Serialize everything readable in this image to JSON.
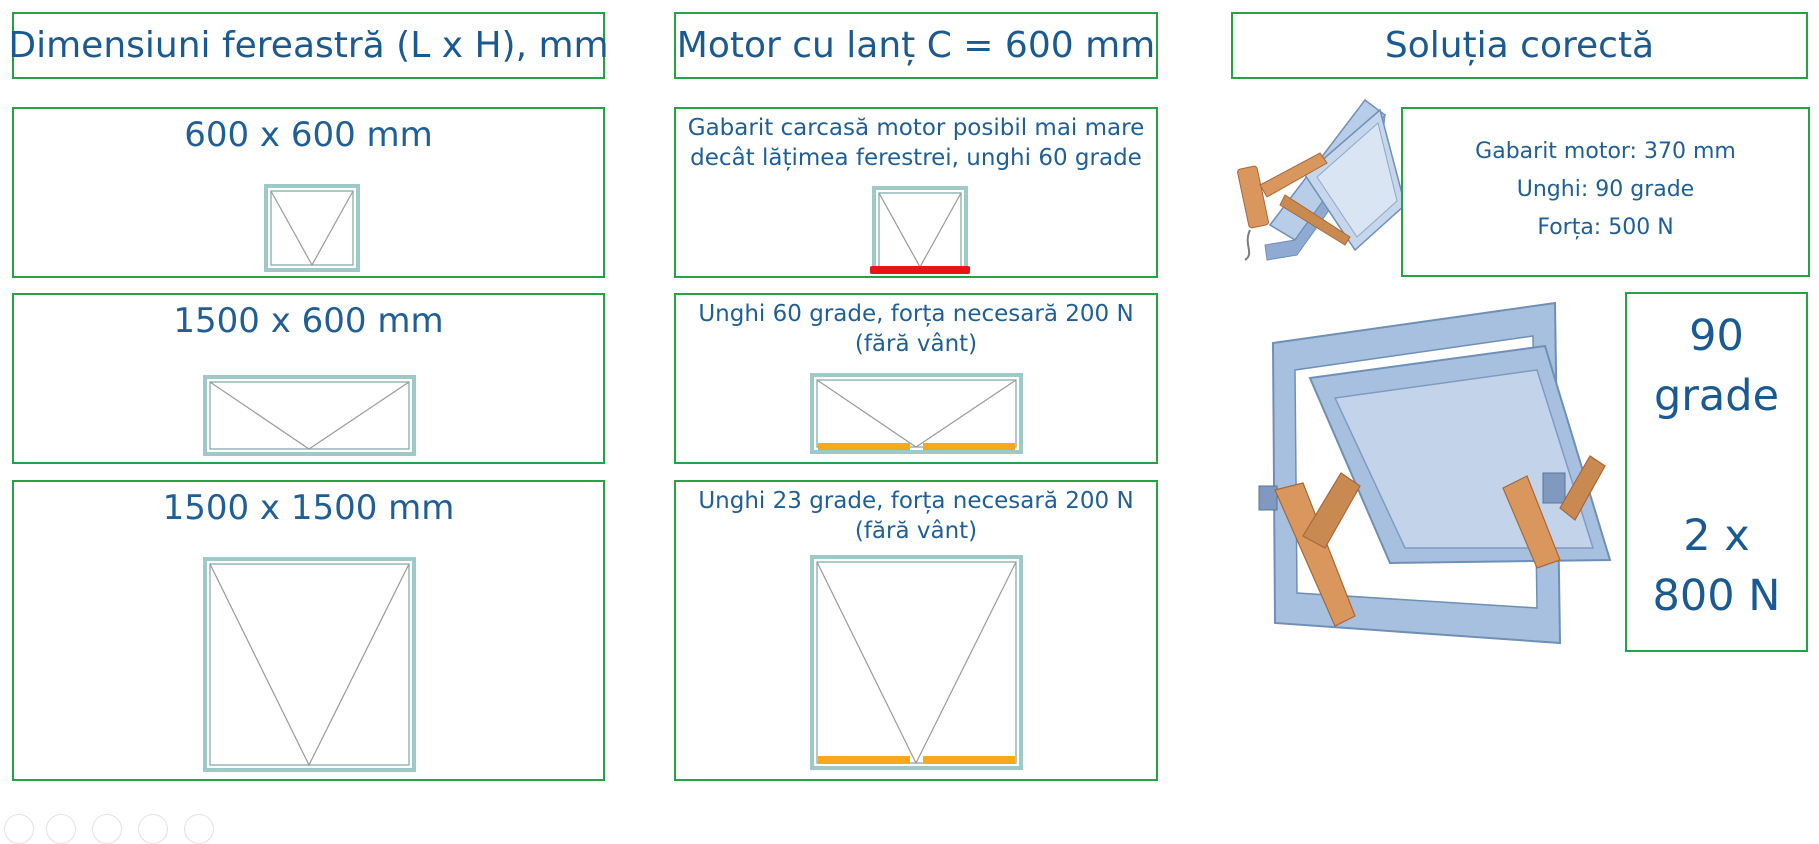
{
  "columns": {
    "dimensions": {
      "title": "Dimensiuni fereastră (L x H), mm"
    },
    "motor": {
      "title": "Motor cu lanț C = 600 mm"
    },
    "solution": {
      "title": "Soluția corectă"
    }
  },
  "rows": [
    {
      "size": "600 x 600 mm",
      "motor_note": "Gabarit carcasă motor posibil mai mare\ndecât lățimea ferestrei, unghi 60 grade",
      "motor_bar_color": "#e81515"
    },
    {
      "size": "1500 x 600 mm",
      "motor_note": "Unghi 60 grade, forța necesară 200 N\n(fără vânt)",
      "motor_bar_color": "#f7a81b"
    },
    {
      "size": "1500 x 1500 mm",
      "motor_note": "Unghi 23 grade, forța necesară 200 N\n(fără vânt)",
      "motor_bar_color": "#f7a81b"
    }
  ],
  "solution_specs": {
    "motor_size": "Gabarit motor: 370 mm",
    "angle": "Unghi: 90 grade",
    "force": "Forța: 500 N"
  },
  "solution_result": {
    "angle_value": "90",
    "angle_unit": "grade",
    "force_count": "2 x",
    "force_value": "800 N"
  },
  "colors": {
    "border_green": "#25a244",
    "text_blue": "#1f5f96",
    "window_frame": "#9ec9c6",
    "aluminium_frame": "#a7c0df",
    "actuator_orange": "#d9975e",
    "warning_red": "#e81515",
    "chain_motor_orange": "#f7a81b"
  },
  "icons": [
    "window-frame-icon",
    "chain-motor-bar-icon",
    "open-window-actuator-icon",
    "window-with-two-actuators-icon"
  ]
}
